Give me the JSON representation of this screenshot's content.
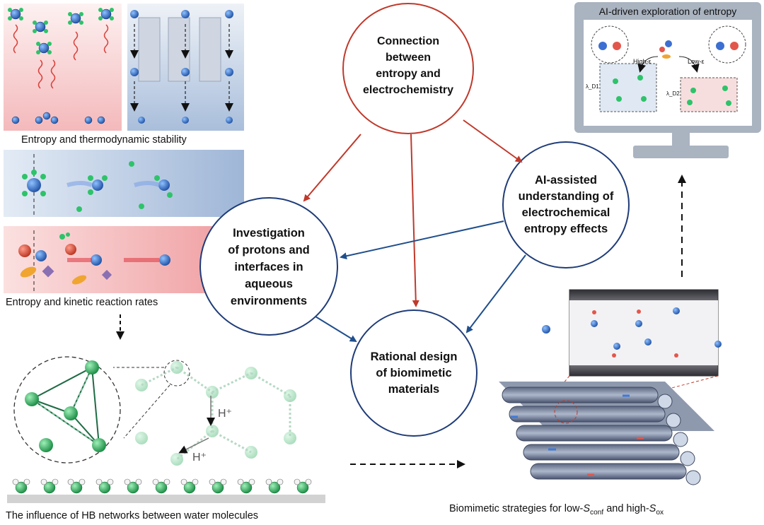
{
  "nodes": {
    "center_top": {
      "lines": [
        "Connection",
        "between",
        "entropy and",
        "electrochemistry"
      ],
      "color": "#c0392b"
    },
    "left": {
      "lines": [
        "Investigation",
        "of protons and",
        "interfaces in",
        "aqueous",
        "environments"
      ],
      "color": "#1f3c78"
    },
    "right": {
      "lines": [
        "AI-assisted",
        "understanding of",
        "electrochemical",
        "entropy effects"
      ],
      "color": "#1f3c78"
    },
    "bottom": {
      "lines": [
        "Rational design",
        "of biomimetic",
        "materials"
      ],
      "color": "#1f3c78"
    }
  },
  "captions": {
    "thermo": "Entropy and thermodynamic stability",
    "kinetic": "Entropy and kinetic reaction rates",
    "hb": "The influence of HB networks between water molecules",
    "biomimetic_prefix": "Biomimetic strategies for low-",
    "biomimetic_s1": "S",
    "biomimetic_sub1": "conf",
    "biomimetic_mid": " and high-",
    "biomimetic_s2": "S",
    "biomimetic_sub2": "ox"
  },
  "monitor": {
    "title": "AI-driven exploration of entropy",
    "high_label": "High-ε",
    "low_label": "Low-ε",
    "lambda_left": "λ_D1",
    "lambda_right": "λ_D2"
  },
  "hb_labels": {
    "h1": "H⁺",
    "h2": "H⁺"
  },
  "colors": {
    "red_arrow": "#c0392b",
    "blue_arrow": "#1f4e8c",
    "water_green": "#2aa55a"
  }
}
